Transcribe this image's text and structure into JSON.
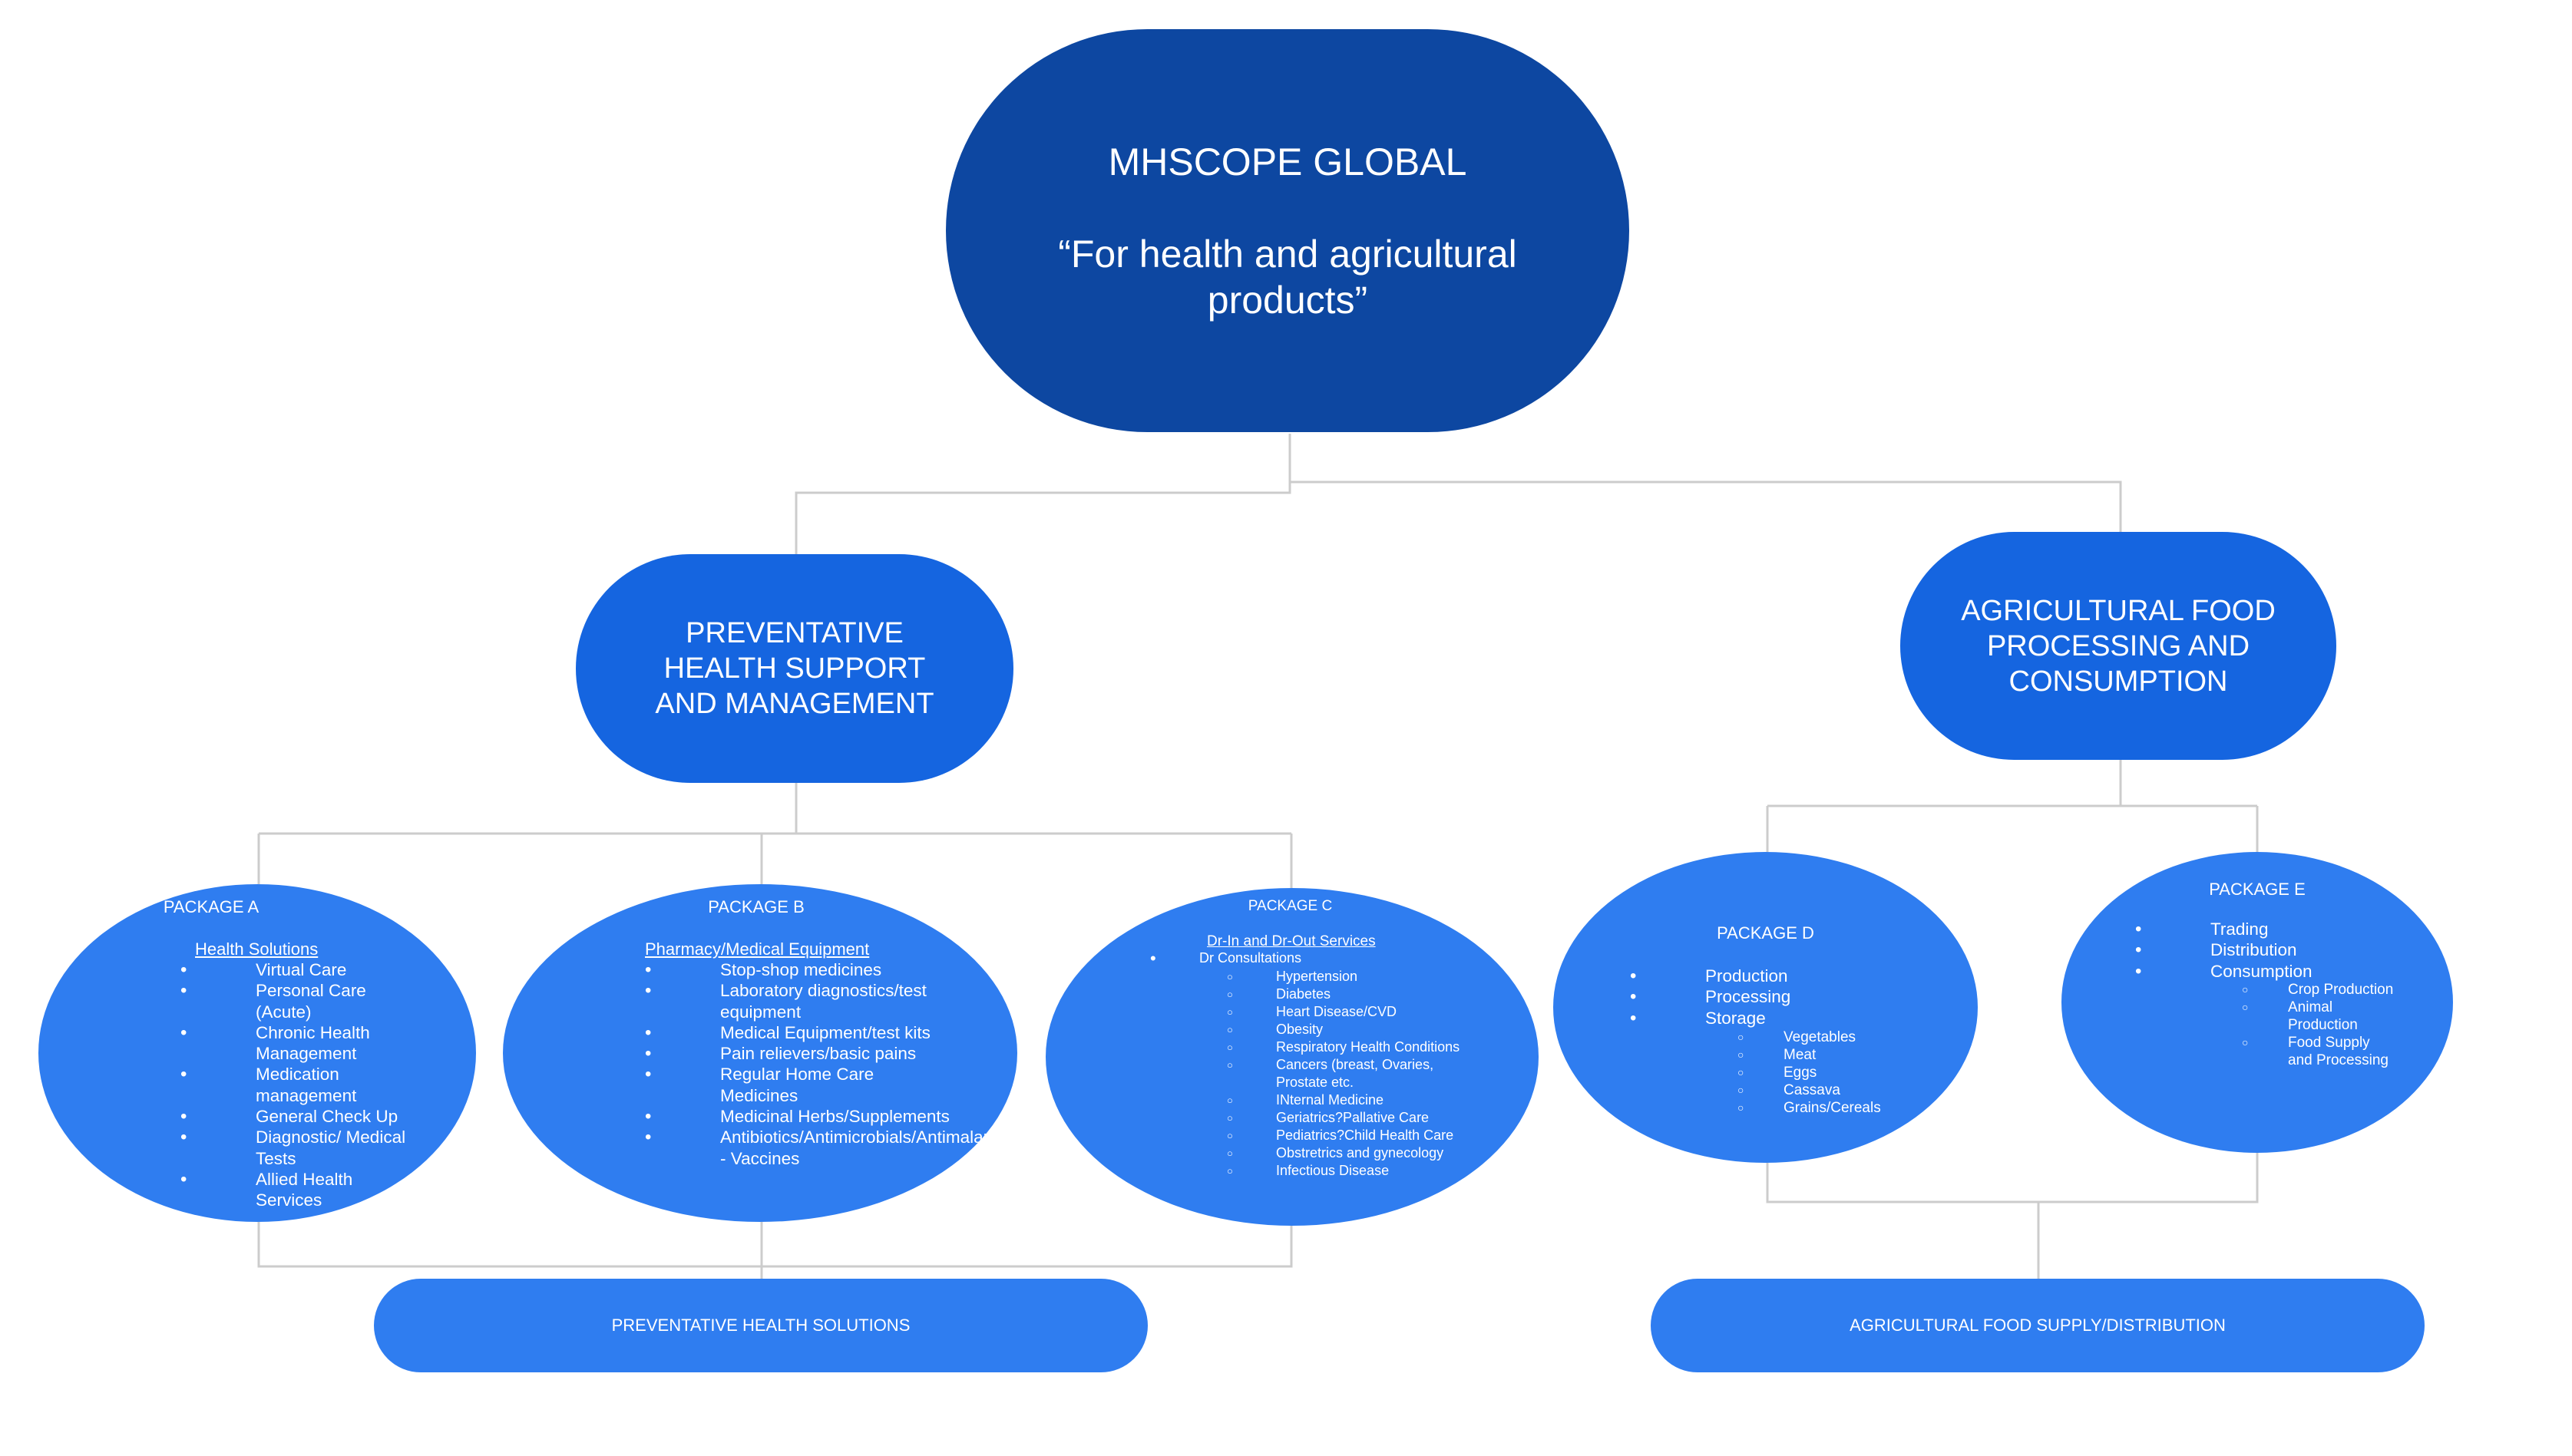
{
  "root": {
    "title": "MHSCOPE GLOBAL",
    "tagline": "“For health and agricultural products”"
  },
  "health_branch": {
    "title": "PREVENTATIVE HEALTH SUPPORT AND MANAGEMENT"
  },
  "agri_branch": {
    "title": "AGRICULTURAL FOOD PROCESSING AND CONSUMPTION"
  },
  "package_a": {
    "title": "PACKAGE A",
    "subtitle": "Health Solutions",
    "items": [
      "Virtual Care",
      "Personal Care (Acute)",
      "Chronic Health Management",
      "Medication management",
      "General Check Up",
      "Diagnostic/ Medical Tests",
      "Allied Health Services"
    ]
  },
  "package_b": {
    "title": "PACKAGE B",
    "subtitle": "Pharmacy/Medical Equipment",
    "items": [
      "Stop-shop medicines",
      "Laboratory diagnostics/test equipment",
      "Medical Equipment/test kits",
      "Pain relievers/basic pains",
      "Regular Home Care Medicines",
      "Medicinal Herbs/Supplements",
      "Antibiotics/Antimicrobials/Antimalarials - Vaccines"
    ]
  },
  "package_c": {
    "title": "PACKAGE C",
    "subtitle": "Dr-In and Dr-Out Services",
    "group": "Dr Consultations",
    "items": [
      "Hypertension",
      "Diabetes",
      "Heart Disease/CVD",
      "Obesity",
      "Respiratory Health Conditions",
      "Cancers (breast, Ovaries, Prostate etc.",
      "INternal Medicine",
      "Geriatrics?Pallative Care",
      "Pediatrics?Child Health Care",
      "Obstretrics and gynecology",
      "Infectious Disease"
    ]
  },
  "package_d": {
    "title": "PACKAGE D",
    "items": [
      "Production",
      "Processing",
      "Storage"
    ],
    "subitems": [
      "Vegetables",
      "Meat",
      "Eggs",
      "Cassava",
      "Grains/Cereals"
    ]
  },
  "package_e": {
    "title": "PACKAGE E",
    "items": [
      "Trading",
      "Distribution",
      "Consumption"
    ],
    "subitems": [
      "Crop Production",
      "Animal Production",
      "Food Supply and Processing"
    ]
  },
  "health_solutions": {
    "label": "PREVENTATIVE HEALTH SOLUTIONS"
  },
  "agri_distribution": {
    "label": "AGRICULTURAL FOOD SUPPLY/DISTRIBUTION"
  },
  "colors": {
    "root": "#0d47a1",
    "branch": "#1565e0",
    "leaf": "#2f7df0",
    "connector": "#cccccc"
  }
}
